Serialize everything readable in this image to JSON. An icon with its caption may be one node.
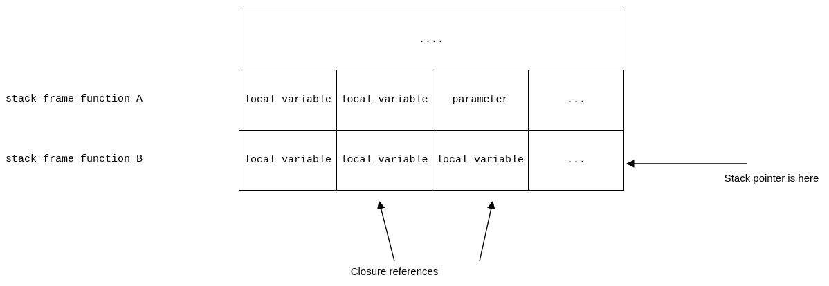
{
  "diagram": {
    "nodes": [
      {
        "text": [
          "...."
        ]
      },
      {
        "text": [
          "local variable"
        ]
      },
      {
        "text": [
          "local variable"
        ]
      },
      {
        "text": [
          "parameter"
        ]
      },
      {
        "text": [
          "..."
        ]
      },
      {
        "text": [
          "local variable"
        ]
      },
      {
        "text": [
          "local variable"
        ]
      },
      {
        "text": [
          "local variable"
        ]
      },
      {
        "text": [
          "..."
        ]
      },
      {
        "text": [
          "Stack pointer is here"
        ]
      },
      {
        "text": [
          "Closure references"
        ]
      }
    ],
    "edges": [
      {
        "from": 9,
        "to": 8,
        "arrow": "to"
      },
      {
        "from": 10,
        "to": 6,
        "arrow": "to"
      },
      {
        "from": 10,
        "to": 7,
        "arrow": "to"
      }
    ],
    "labels": [
      "stack frame function A",
      "stack frame function B"
    ]
  }
}
